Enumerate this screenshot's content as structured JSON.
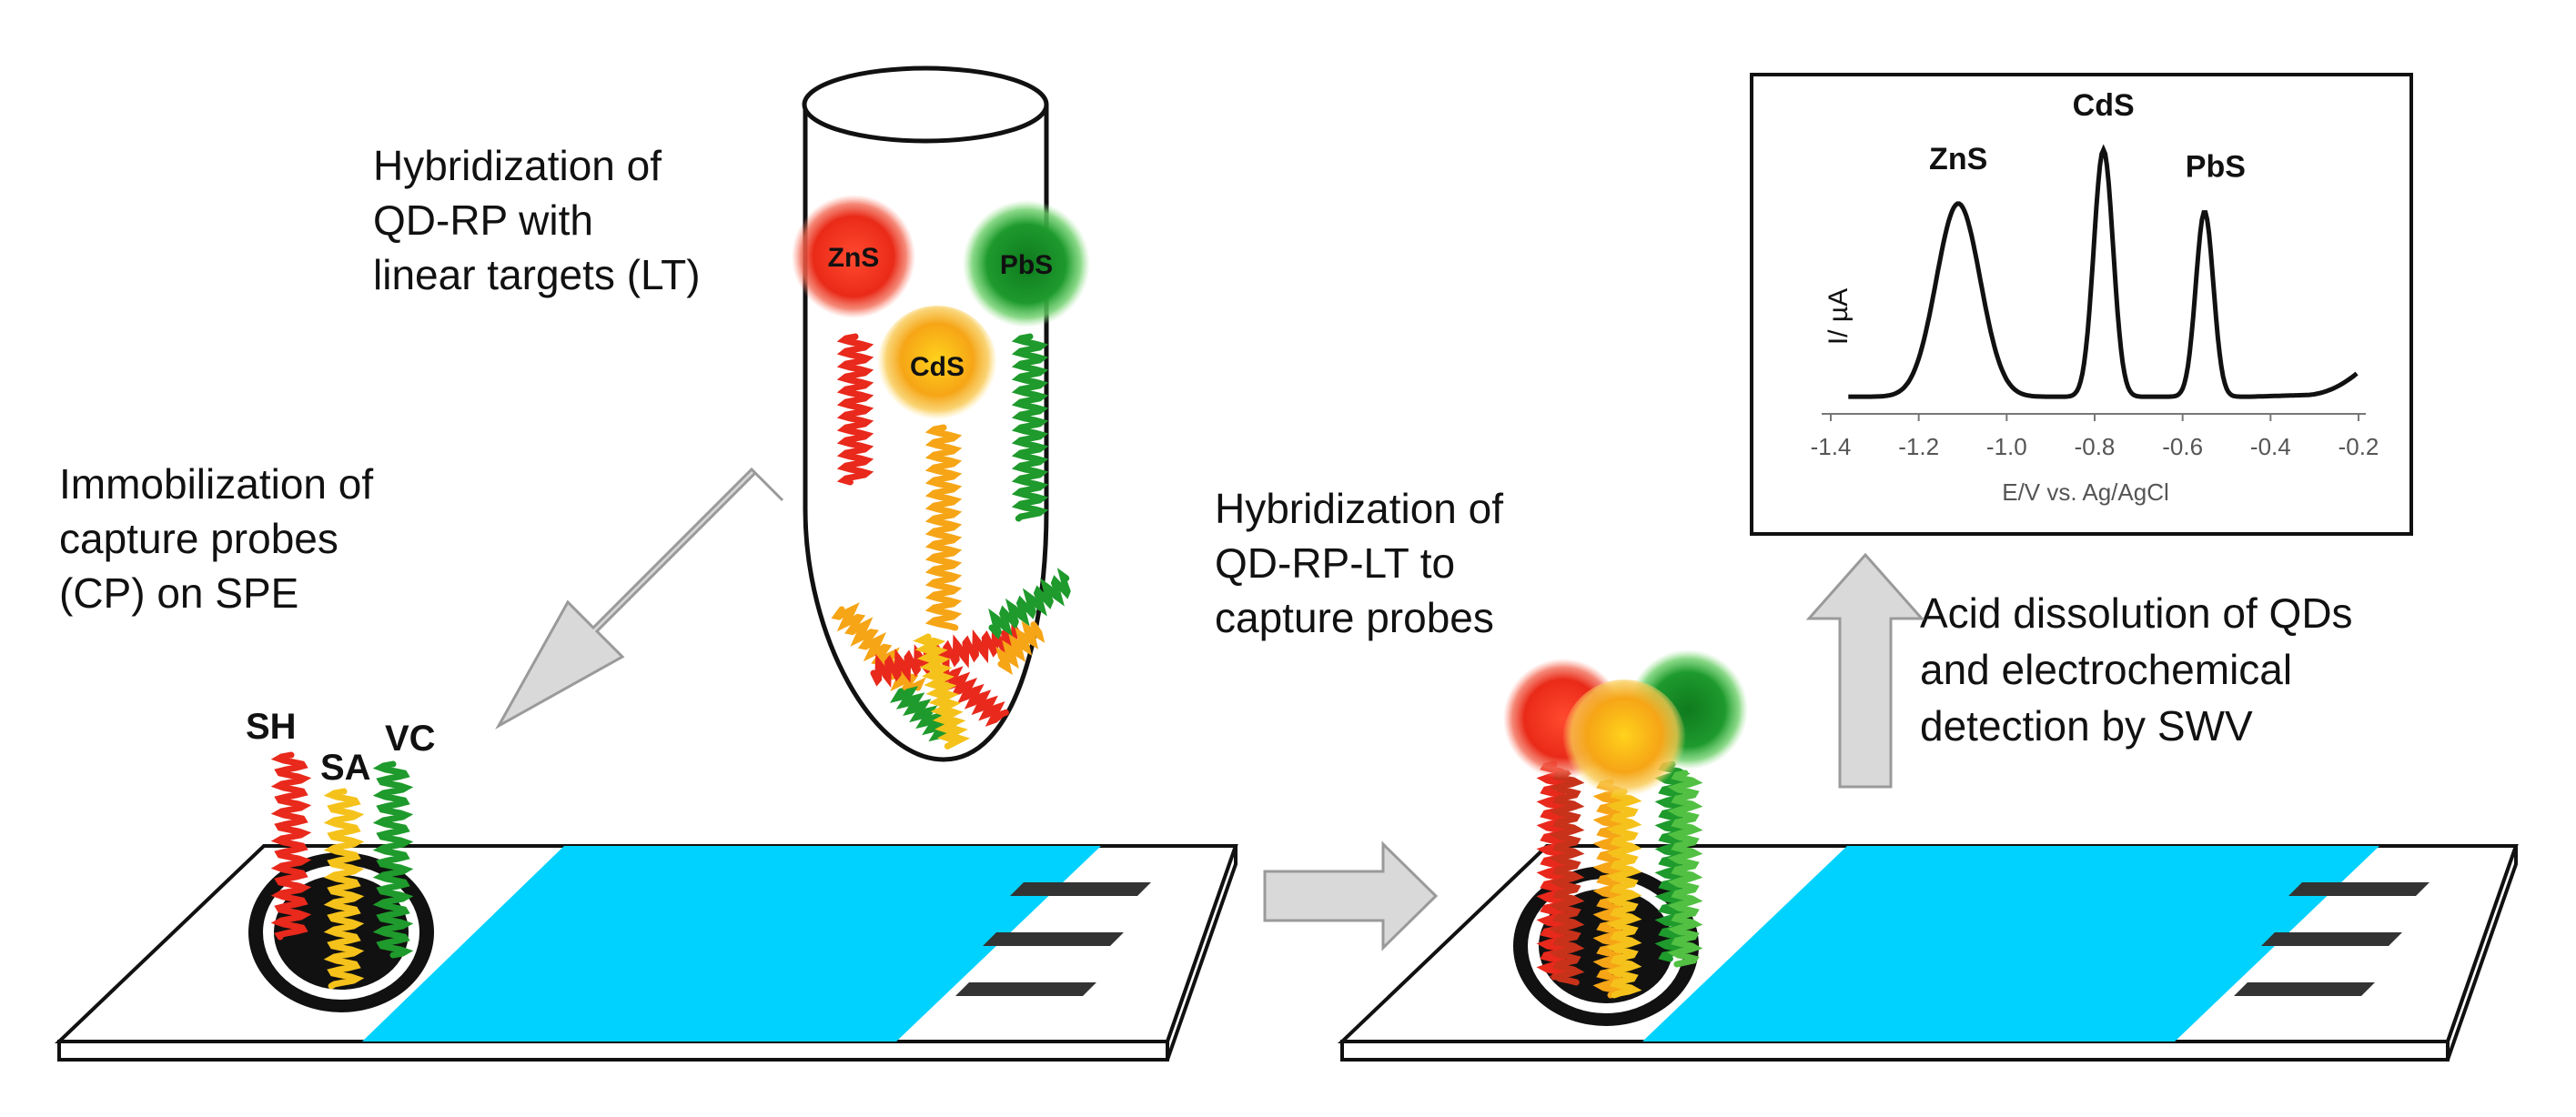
{
  "labels": {
    "tube_step": [
      "Hybridization of",
      "QD-RP with",
      "linear targets (LT)"
    ],
    "immobilization_step": [
      "Immobilization of",
      "capture probes",
      "(CP) on SPE"
    ],
    "capture_step": [
      "Hybridization of",
      "QD-RP-LT to",
      "capture probes"
    ],
    "detection_step": [
      "Acid dissolution of QDs",
      "and electrochemical",
      "detection by SWV"
    ]
  },
  "quantum_dots": [
    {
      "name": "ZnS",
      "color": "#e8291c"
    },
    {
      "name": "CdS",
      "color": "#f2a51a"
    },
    {
      "name": "PbS",
      "color": "#1f9a2c"
    }
  ],
  "probes": [
    {
      "name": "SH",
      "color": "#e8291c"
    },
    {
      "name": "SA",
      "color": "#f5c21b"
    },
    {
      "name": "VC",
      "color": "#1f9a2c"
    }
  ],
  "colors": {
    "electrode_band": "#00d2ff",
    "arrow_fill": "#d9d9d9",
    "arrow_stroke": "#9a9a9a"
  },
  "chart_data": {
    "type": "line",
    "xlabel": "E/V vs. Ag/AgCl",
    "ylabel": "I/ µA",
    "xlim": [
      -1.4,
      -0.2
    ],
    "xticks": [
      "-1.4",
      "-1.2",
      "-1.0",
      "-0.8",
      "-0.6",
      "-0.4",
      "-0.2"
    ],
    "peaks": [
      {
        "label": "ZnS",
        "potential": -1.11,
        "height": 0.72
      },
      {
        "label": "CdS",
        "potential": -0.78,
        "height": 0.92
      },
      {
        "label": "PbS",
        "potential": -0.55,
        "height": 0.69
      }
    ]
  }
}
